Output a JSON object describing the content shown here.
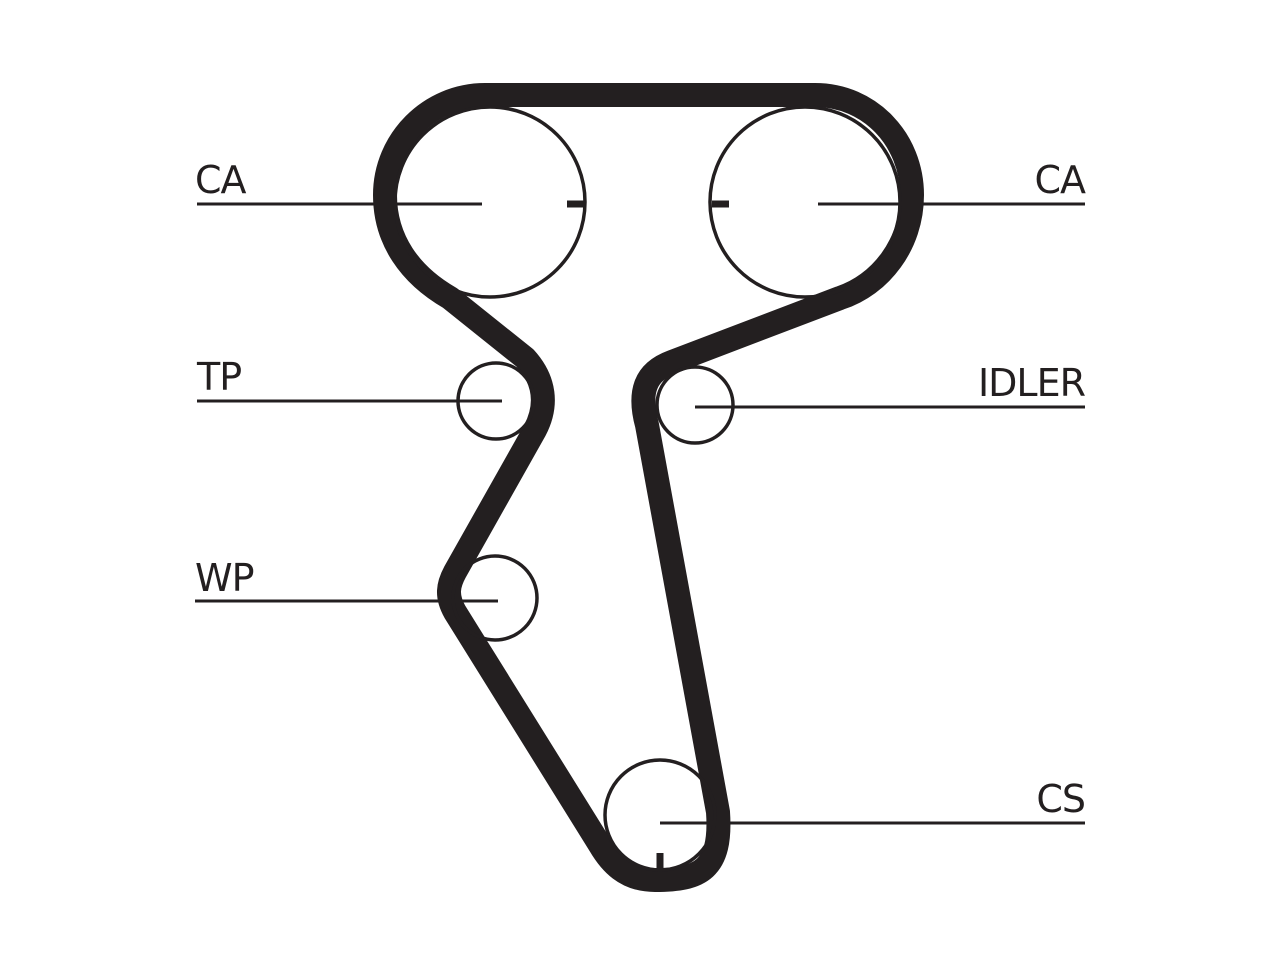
{
  "colors": {
    "ink": "#231f20",
    "background": "#ffffff"
  },
  "labels": {
    "ca_left": "CA",
    "ca_right": "CA",
    "tp": "TP",
    "idler": "IDLER",
    "wp": "WP",
    "cs": "CS"
  },
  "pulleys": [
    {
      "id": "ca_left",
      "label": "CA"
    },
    {
      "id": "ca_right",
      "label": "CA"
    },
    {
      "id": "tp",
      "label": "TP"
    },
    {
      "id": "idler",
      "label": "IDLER"
    },
    {
      "id": "wp",
      "label": "WP"
    },
    {
      "id": "cs",
      "label": "CS"
    }
  ]
}
